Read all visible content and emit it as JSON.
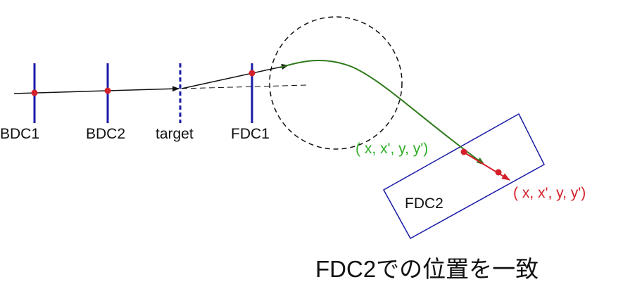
{
  "detectors": {
    "bdc1": "BDC1",
    "bdc2": "BDC2",
    "target": "target",
    "fdc1": "FDC1",
    "fdc2": "FDC2"
  },
  "coordinates": {
    "green": "( x, x', y, y')",
    "red": "( x, x', y, y')"
  },
  "caption": "FDC2での位置を一致",
  "colors": {
    "detector": "#1a1aa8",
    "hit": "#d4202a",
    "track": "#111111",
    "magnet_track": "#2f7a1c",
    "green_label": "#2fae27",
    "red_label": "#d4202a"
  }
}
